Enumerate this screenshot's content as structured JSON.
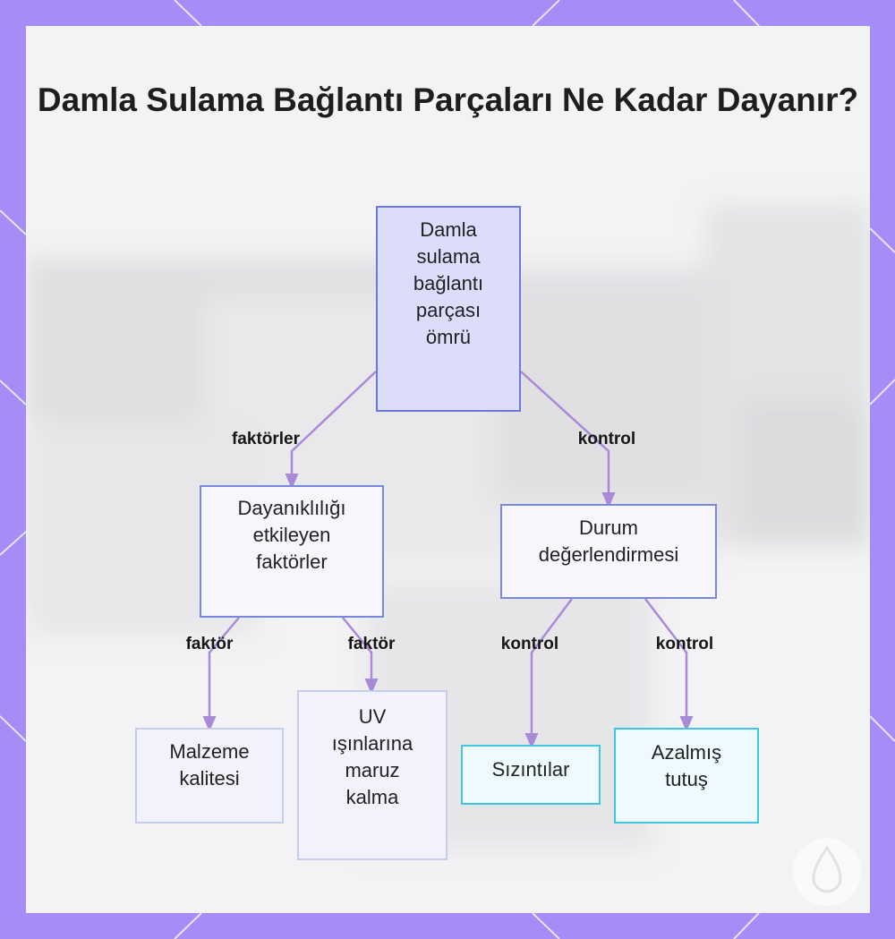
{
  "colors": {
    "frame": "#a68cf6",
    "card": "#f3f3f5",
    "edge": "#a98ad8",
    "root_fill": "#dcdcfb",
    "root_border": "#6b79d8",
    "leaf_cyan_border": "#3dc8e0"
  },
  "title": "Damla Sulama Bağlantı Parçaları Ne Kadar Dayanır?",
  "nodes": {
    "root": [
      "Damla",
      "sulama",
      "bağlantı",
      "parçası",
      "ömrü"
    ],
    "factors": [
      "Dayanıklılığı",
      "etkileyen",
      "faktörler"
    ],
    "assessment": [
      "Durum",
      "değerlendirmesi"
    ],
    "material": [
      "Malzeme",
      "kalitesi"
    ],
    "uv": [
      "UV",
      "ışınlarına",
      "maruz",
      "kalma"
    ],
    "leaks": [
      "Sızıntılar"
    ],
    "grip": [
      "Azalmış",
      "tutuş"
    ]
  },
  "edge_labels": {
    "root_to_factors": "faktörler",
    "root_to_assessment": "kontrol",
    "factors_to_material": "faktör",
    "factors_to_uv": "faktör",
    "assessment_to_leaks": "kontrol",
    "assessment_to_grip": "kontrol"
  },
  "icons": {
    "watermark": "droplet-icon"
  }
}
